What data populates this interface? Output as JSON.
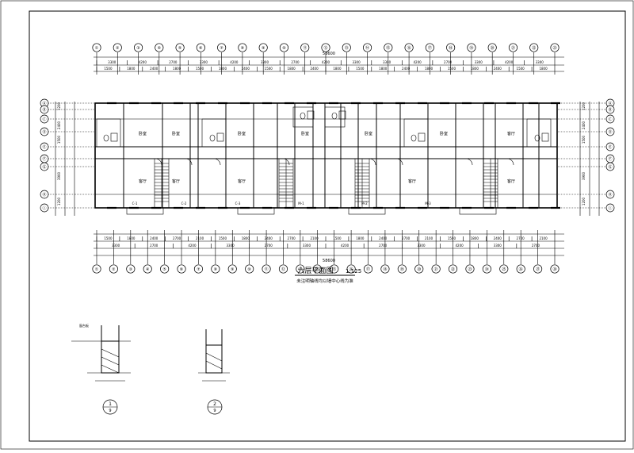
{
  "drawing": {
    "title": "六层平面图",
    "scale": "1:125",
    "note": "未注明轴线均以墙中心线为准"
  },
  "axes_top": [
    "①",
    "②",
    "③",
    "④",
    "⑤",
    "⑥",
    "⑦",
    "⑧",
    "⑨",
    "⑩",
    "⑪",
    "⑫",
    "⑬",
    "⑭",
    "⑮",
    "⑯",
    "⑰",
    "⑱",
    "⑲",
    "⑳",
    "㉑",
    "㉒",
    "㉓"
  ],
  "axes_bottom": [
    "①",
    "②",
    "③",
    "④",
    "⑤",
    "⑥",
    "⑦",
    "⑧",
    "⑨",
    "⑩",
    "⑪",
    "⑫",
    "⑬",
    "⑭",
    "⑮",
    "⑯",
    "⑰",
    "⑱",
    "⑲",
    "⑳",
    "㉑",
    "㉒",
    "㉓",
    "㉔",
    "㉕",
    "㉖",
    "㉗",
    "㉘"
  ],
  "axes_left": [
    "Ⓐ",
    "Ⓑ",
    "Ⓒ",
    "Ⓓ",
    "Ⓔ",
    "Ⓕ",
    "Ⓖ",
    "Ⓗ",
    "Ⓘ"
  ],
  "axes_right": [
    "Ⓐ",
    "Ⓑ",
    "Ⓒ",
    "Ⓓ",
    "Ⓔ",
    "Ⓕ",
    "Ⓖ",
    "Ⓗ",
    "Ⓘ"
  ],
  "overall_dimension": "58600",
  "top_dims_row1": [
    "3300",
    "4200",
    "2700",
    "3300",
    "4200",
    "3300",
    "2700",
    "4200",
    "3300",
    "3300",
    "4200",
    "2700",
    "3300",
    "4200",
    "3300"
  ],
  "top_dims_row2": [
    "1500",
    "1800",
    "2400",
    "1800",
    "1500",
    "1800",
    "2400",
    "1500",
    "1800",
    "2400",
    "1800",
    "1500",
    "1800",
    "2400",
    "1800",
    "1500",
    "1800",
    "2400",
    "1500",
    "1800"
  ],
  "bottom_dims_row1": [
    "1500",
    "1800",
    "2400",
    "2700",
    "2100",
    "1500",
    "1800",
    "2400",
    "2700",
    "2100",
    "1500",
    "1800",
    "2400",
    "2700",
    "2100",
    "1500",
    "1800",
    "2400",
    "2700",
    "2100"
  ],
  "bottom_dims_row2": [
    "3300",
    "2700",
    "4200",
    "3300",
    "2700",
    "3300",
    "4200",
    "2700",
    "3300",
    "4200",
    "3300",
    "2700"
  ],
  "side_dims": [
    "1200",
    "2400",
    "1500",
    "3900",
    "1200"
  ],
  "room_labels": [
    "卧室",
    "卧室",
    "卧室",
    "卧室",
    "卧室",
    "卧室",
    "客厅",
    "客厅",
    "客厅",
    "客厅",
    "客厅",
    "客厅"
  ],
  "window_tags": [
    "C-1",
    "C-2",
    "C-3",
    "M-1",
    "M-2",
    "M-3"
  ],
  "details": [
    {
      "id": "detail-1",
      "label": "1",
      "ref": "9",
      "note": "窗台板"
    },
    {
      "id": "detail-2",
      "label": "2",
      "ref": "9",
      "note": ""
    }
  ]
}
